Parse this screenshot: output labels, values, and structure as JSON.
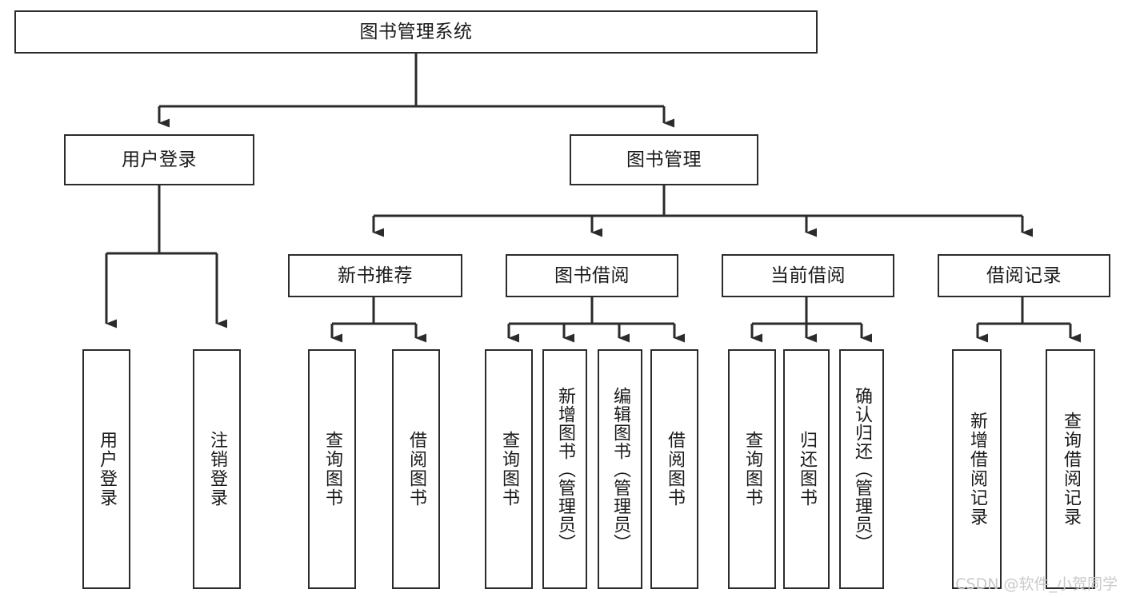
{
  "diagram": {
    "title": "图书管理系统",
    "type": "功能结构图",
    "watermark": "CSDN @软件_小贺同学",
    "colors": {
      "stroke": "#2b2b2b",
      "fill": "#ffffff",
      "text": "#1a1a1a",
      "watermark": "#c9c9c9",
      "background": "#ffffff"
    },
    "nodes": {
      "root": {
        "label": "图书管理系统"
      },
      "level2": [
        {
          "id": "user-login",
          "label": "用户登录"
        },
        {
          "id": "book-manage",
          "label": "图书管理"
        }
      ],
      "level3": [
        {
          "id": "new-book-recommend",
          "label": "新书推荐"
        },
        {
          "id": "book-borrow",
          "label": "图书借阅"
        },
        {
          "id": "current-borrow",
          "label": "当前借阅"
        },
        {
          "id": "borrow-record",
          "label": "借阅记录"
        }
      ],
      "leaves": {
        "user-login": [
          {
            "id": "leaf-user-login",
            "label": "用户登录"
          },
          {
            "id": "leaf-logout-login",
            "label": "注销登录"
          }
        ],
        "new-book-recommend": [
          {
            "id": "leaf-query-book-1",
            "label": "查询图书"
          },
          {
            "id": "leaf-borrow-book-1",
            "label": "借阅图书"
          }
        ],
        "book-borrow": [
          {
            "id": "leaf-query-book-2",
            "label": "查询图书"
          },
          {
            "id": "leaf-add-book-admin",
            "label": "新增图书（管理员）"
          },
          {
            "id": "leaf-edit-book-admin",
            "label": "编辑图书（管理员）"
          },
          {
            "id": "leaf-borrow-book-2",
            "label": "借阅图书"
          }
        ],
        "current-borrow": [
          {
            "id": "leaf-query-book-3",
            "label": "查询图书"
          },
          {
            "id": "leaf-return-book",
            "label": "归还图书"
          },
          {
            "id": "leaf-confirm-return-admin",
            "label": "确认归还（管理员）"
          }
        ],
        "borrow-record": [
          {
            "id": "leaf-add-borrow-record",
            "label": "新增借阅记录"
          },
          {
            "id": "leaf-query-borrow-record",
            "label": "查询借阅记录"
          }
        ]
      }
    }
  }
}
